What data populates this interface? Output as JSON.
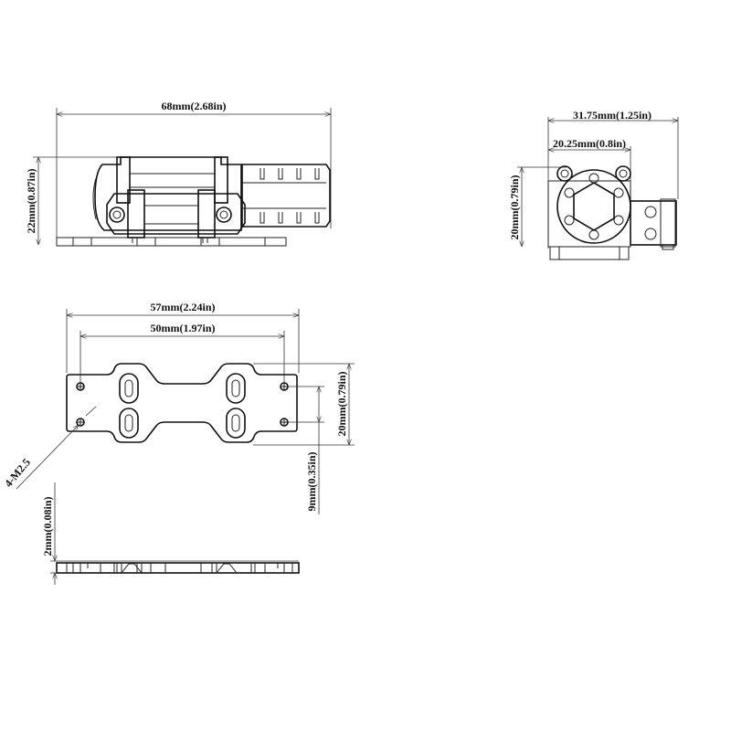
{
  "side_view": {
    "length_label": "68mm(2.68in)",
    "height_label": "22mm(0.87in)"
  },
  "front_view": {
    "width_total_label": "31.75mm(1.25in)",
    "width_body_label": "20.25mm(0.8in)",
    "height_label": "20mm(0.79in)"
  },
  "plate_top_view": {
    "overall_length_label": "57mm(2.24in)",
    "hole_spacing_label": "50mm(1.97in)",
    "width_label": "20mm(0.79in)",
    "hole_vertical_spacing_label": "9mm(0.35in)",
    "hole_callout": "4-M2.5"
  },
  "plate_side_view": {
    "thickness_label": "2mm(0.08in)"
  }
}
